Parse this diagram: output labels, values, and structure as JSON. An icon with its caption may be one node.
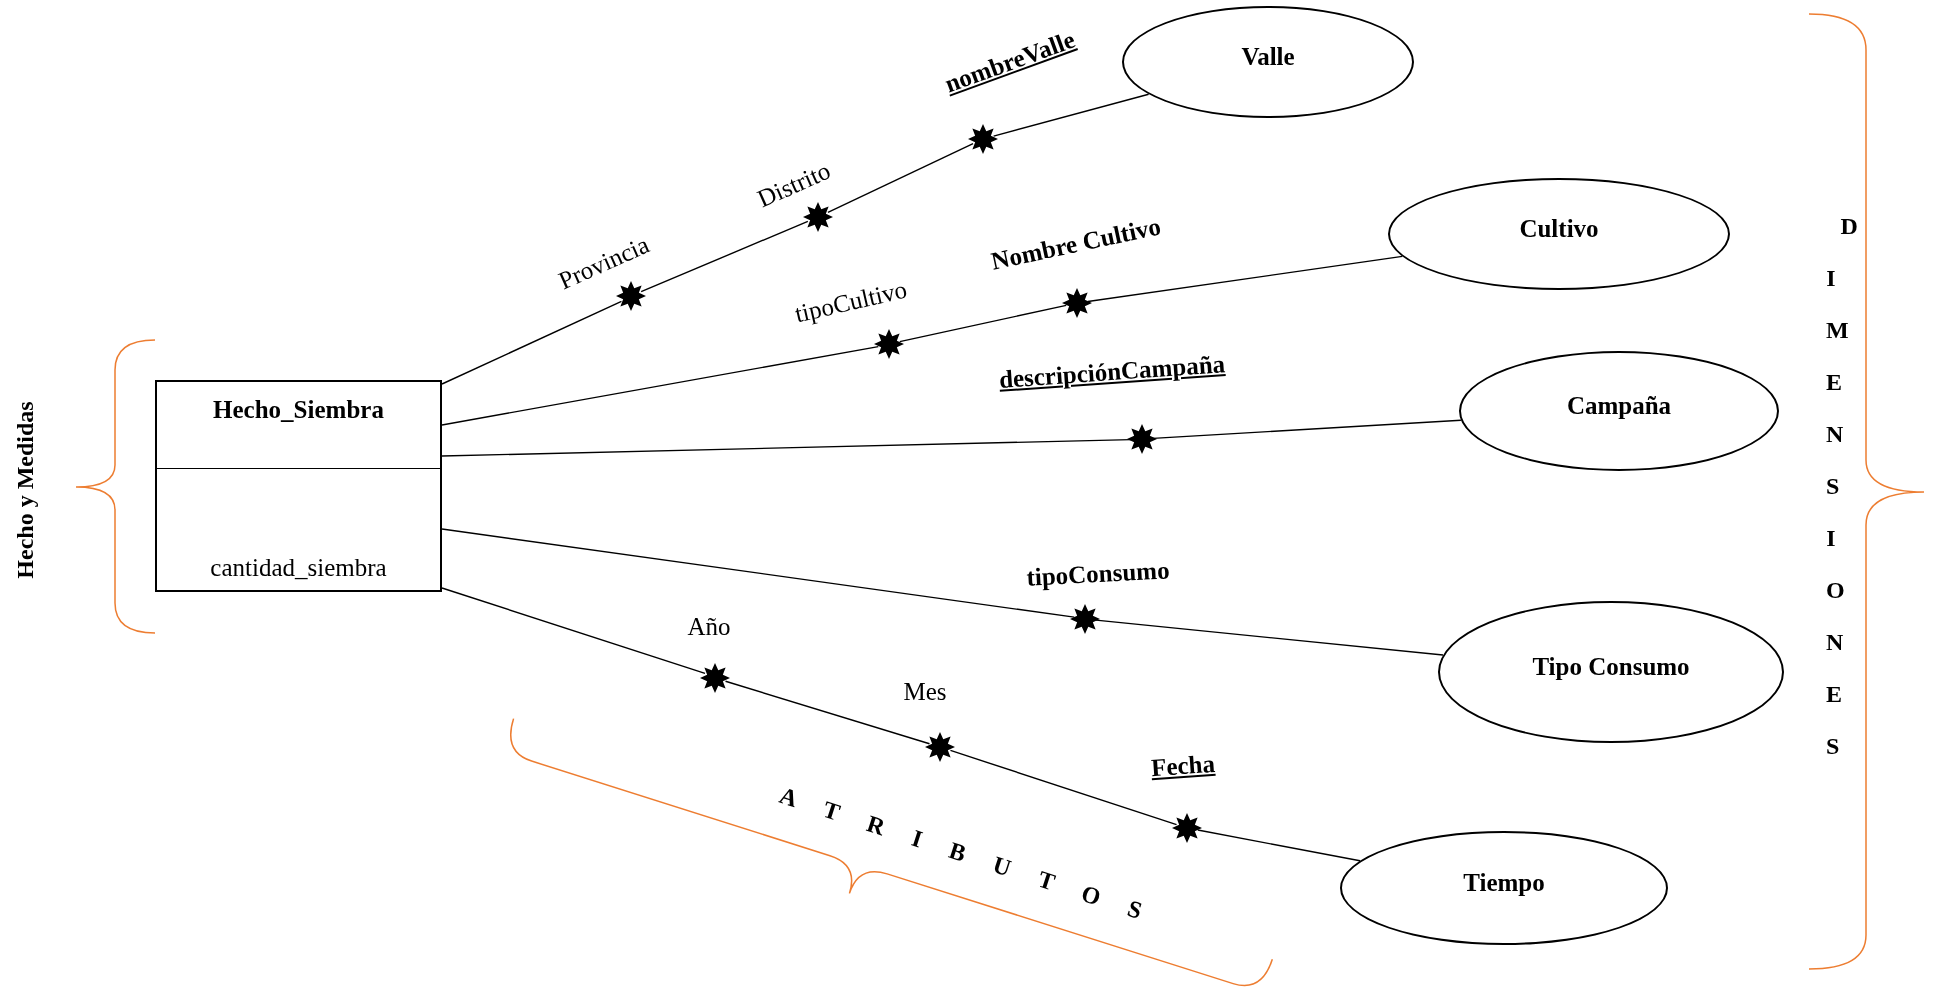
{
  "diagram": {
    "nodes": [
      {
        "text": [
          "Hecho_Siembra",
          "cantidad_siembra"
        ]
      },
      {
        "text": [],
        "shape": "star",
        "beside": [
          "Provincia"
        ]
      },
      {
        "text": [],
        "shape": "star",
        "beside": [
          "Distrito"
        ]
      },
      {
        "text": [],
        "shape": "star",
        "beside": [
          "nombreValle"
        ]
      },
      {
        "text": [
          "Valle"
        ]
      },
      {
        "text": [],
        "shape": "star",
        "beside": [
          "tipoCultivo"
        ]
      },
      {
        "text": [],
        "shape": "star",
        "beside": [
          "Nombre Cultivo"
        ]
      },
      {
        "text": [
          "Cultivo"
        ]
      },
      {
        "text": [],
        "shape": "star",
        "beside": [
          "descripciónCampaña"
        ]
      },
      {
        "text": [
          "Campaña"
        ]
      },
      {
        "text": [],
        "shape": "star",
        "beside": [
          "tipoConsumo"
        ]
      },
      {
        "text": [
          "Tipo Consumo"
        ]
      },
      {
        "text": [],
        "shape": "star",
        "beside": [
          "Año"
        ]
      },
      {
        "text": [],
        "shape": "star",
        "beside": [
          "Mes"
        ]
      },
      {
        "text": [],
        "shape": "star",
        "beside": [
          "Fecha"
        ]
      },
      {
        "text": [
          "Tiempo"
        ]
      }
    ],
    "edges": [
      {
        "from": 0,
        "to": 1,
        "arrow": "none"
      },
      {
        "from": 1,
        "to": 2,
        "arrow": "none"
      },
      {
        "from": 2,
        "to": 3,
        "arrow": "none"
      },
      {
        "from": 3,
        "to": 4,
        "arrow": "none"
      },
      {
        "from": 0,
        "to": 5,
        "arrow": "none"
      },
      {
        "from": 5,
        "to": 6,
        "arrow": "none"
      },
      {
        "from": 6,
        "to": 7,
        "arrow": "none"
      },
      {
        "from": 0,
        "to": 8,
        "arrow": "none"
      },
      {
        "from": 8,
        "to": 9,
        "arrow": "none"
      },
      {
        "from": 0,
        "to": 10,
        "arrow": "none"
      },
      {
        "from": 10,
        "to": 11,
        "arrow": "none"
      },
      {
        "from": 0,
        "to": 12,
        "arrow": "none"
      },
      {
        "from": 12,
        "to": 13,
        "arrow": "none"
      },
      {
        "from": 13,
        "to": 14,
        "arrow": "none"
      },
      {
        "from": 14,
        "to": 15,
        "arrow": "none"
      }
    ],
    "labels": [
      "Hecho y Medidas",
      "DIMENSIONES",
      "ATRIBUTOS"
    ]
  }
}
